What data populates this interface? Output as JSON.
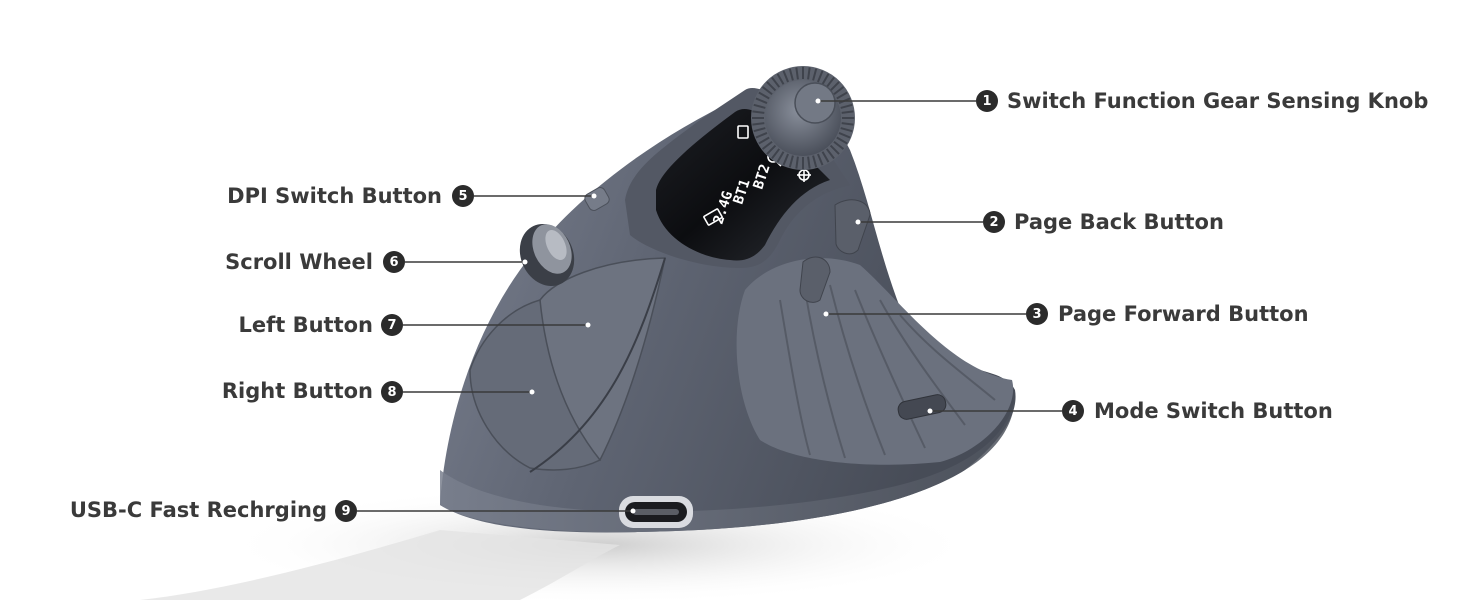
{
  "colors": {
    "body": "#5e6472",
    "body_dark": "#3e434d",
    "label_text": "#3a3a3a",
    "badge": "#2b2b2b",
    "line": "#3a3a3a"
  },
  "callouts": [
    {
      "number": "1",
      "label": "Switch Function Gear Sensing Knob"
    },
    {
      "number": "2",
      "label": "Page Back Button"
    },
    {
      "number": "3",
      "label": "Page Forward Button"
    },
    {
      "number": "4",
      "label": "Mode Switch Button"
    },
    {
      "number": "5",
      "label": "DPI Switch Button"
    },
    {
      "number": "6",
      "label": "Scroll Wheel"
    },
    {
      "number": "7",
      "label": "Left Button"
    },
    {
      "number": "8",
      "label": "Right Button"
    },
    {
      "number": "9",
      "label": "USB-C Fast Rechrging"
    }
  ],
  "screen": {
    "mode_24g": "2.4G",
    "mode_bt1": "BT1",
    "mode_bt2": "BT2"
  }
}
